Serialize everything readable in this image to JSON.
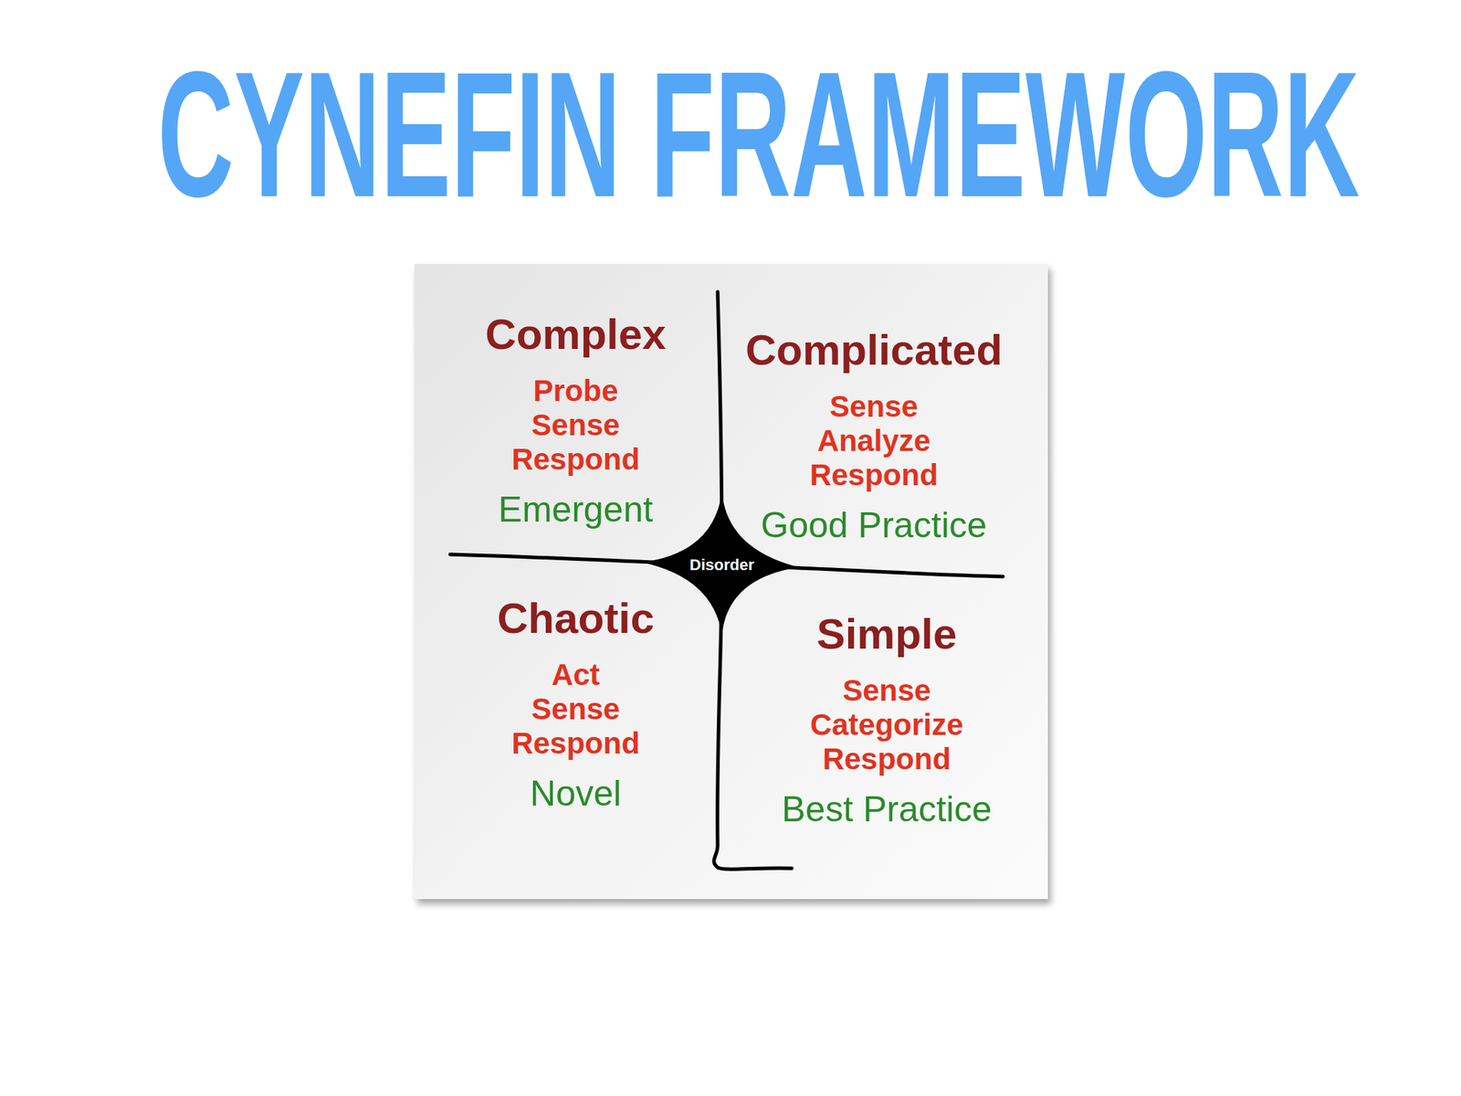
{
  "diagram": {
    "title": "CYNEFIN FRAMEWORK",
    "nodes": [
      {
        "text": [
          "Complex",
          "Probe Sense Respond",
          "Emergent"
        ]
      },
      {
        "text": [
          "Complicated",
          "Sense Analyze Respond",
          "Good Practice"
        ]
      },
      {
        "text": [
          "Disorder"
        ]
      },
      {
        "text": [
          "Chaotic",
          "Act Sense Respond",
          "Novel"
        ]
      },
      {
        "text": [
          "Simple",
          "Sense Categorize Respond",
          "Best Practice"
        ]
      }
    ]
  }
}
